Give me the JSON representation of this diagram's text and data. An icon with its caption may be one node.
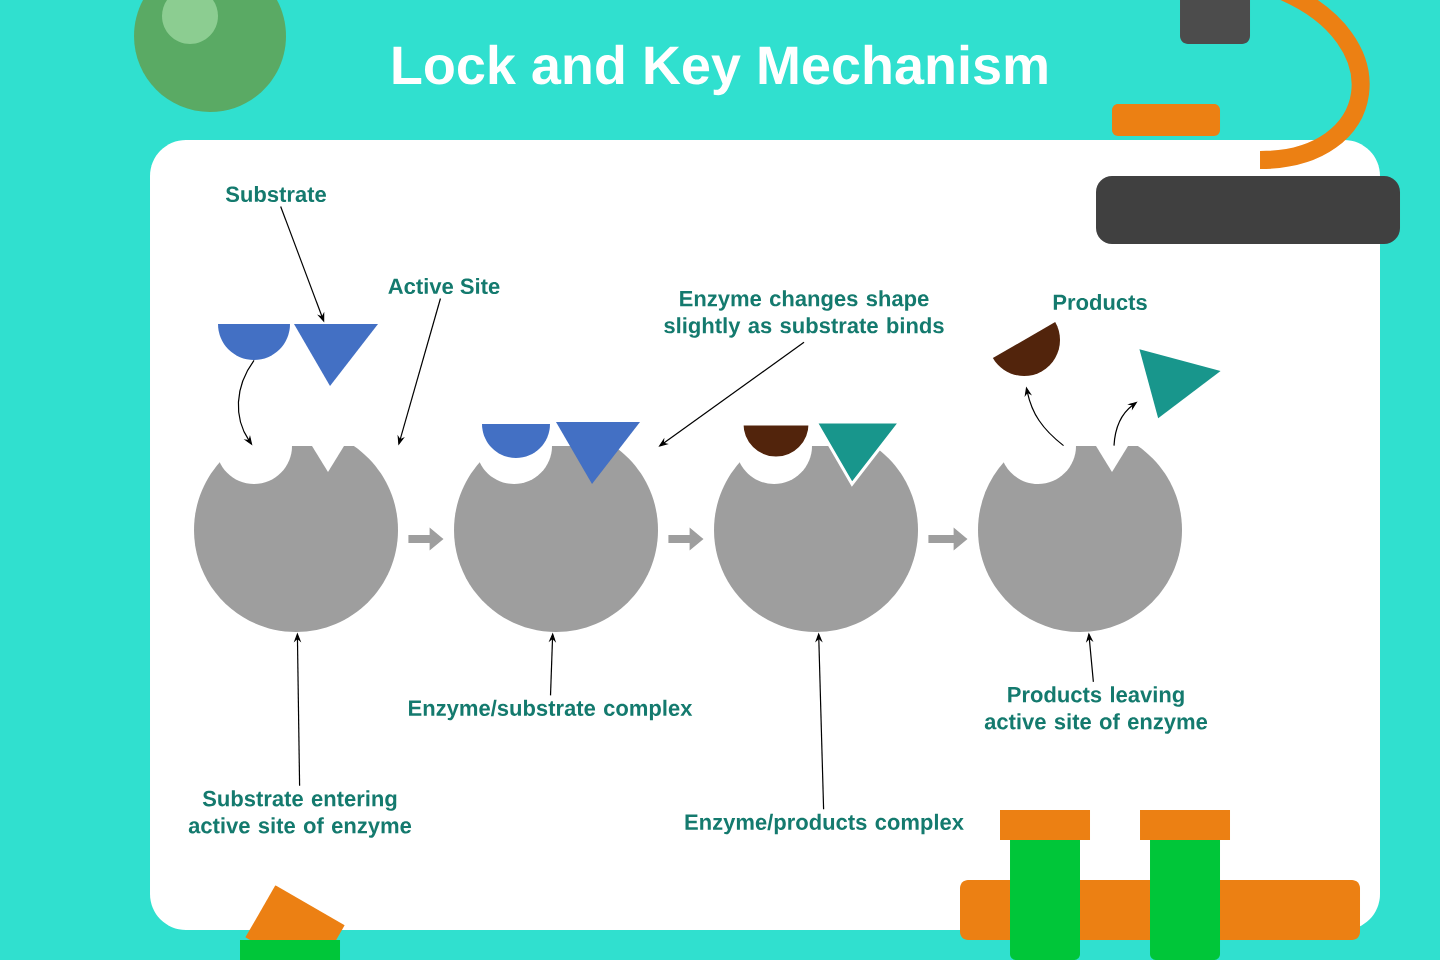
{
  "diagram": {
    "title": "Lock and Key Mechanism",
    "nodes": [
      {
        "text": [
          "Substrate"
        ]
      },
      {
        "text": [
          "Active Site"
        ]
      },
      {
        "text": [
          "Enzyme changes shape slightly as substrate binds"
        ]
      },
      {
        "text": [],
        "shape": "semicircle"
      },
      {
        "text": [],
        "shape": "triangle"
      },
      {
        "text": [],
        "shape": "circle"
      },
      {
        "text": [],
        "shape": "circle"
      },
      {
        "text": [],
        "shape": "circle"
      },
      {
        "text": [],
        "shape": "circle"
      },
      {
        "text": [],
        "shape": "semicircle"
      },
      {
        "text": [],
        "shape": "triangle"
      },
      {
        "text": [
          "Substrate entering active site of enzyme"
        ]
      },
      {
        "text": [
          "Enzyme/substrate complex"
        ]
      },
      {
        "text": [
          "Enzyme/products complex"
        ]
      },
      {
        "text": [
          "Products leaving active site of enzyme"
        ]
      }
    ],
    "edges": [
      {
        "from": 0,
        "to": 4,
        "arrow": "to"
      },
      {
        "from": 1,
        "to": 5,
        "arrow": "to"
      },
      {
        "from": 2,
        "to": 6,
        "arrow": "to"
      },
      {
        "from": 3,
        "to": 5,
        "arrow": "to"
      },
      {
        "from": 5,
        "to": 6,
        "arrow": "to",
        "style": "thick",
        "color": "#9e9e9e"
      },
      {
        "from": 6,
        "to": 7,
        "arrow": "to",
        "style": "thick",
        "color": "#9e9e9e"
      },
      {
        "from": 7,
        "to": 8,
        "arrow": "to",
        "style": "thick",
        "color": "#9e9e9e"
      },
      {
        "from": 8,
        "to": 9,
        "arrow": "to"
      },
      {
        "from": 8,
        "to": 10,
        "arrow": "to"
      },
      {
        "from": 11,
        "to": 5,
        "arrow": "to"
      },
      {
        "from": 12,
        "to": 6,
        "arrow": "to"
      },
      {
        "from": 13,
        "to": 7,
        "arrow": "to"
      },
      {
        "from": 14,
        "to": 8,
        "arrow": "to"
      }
    ],
    "labels": [
      "Products"
    ]
  }
}
